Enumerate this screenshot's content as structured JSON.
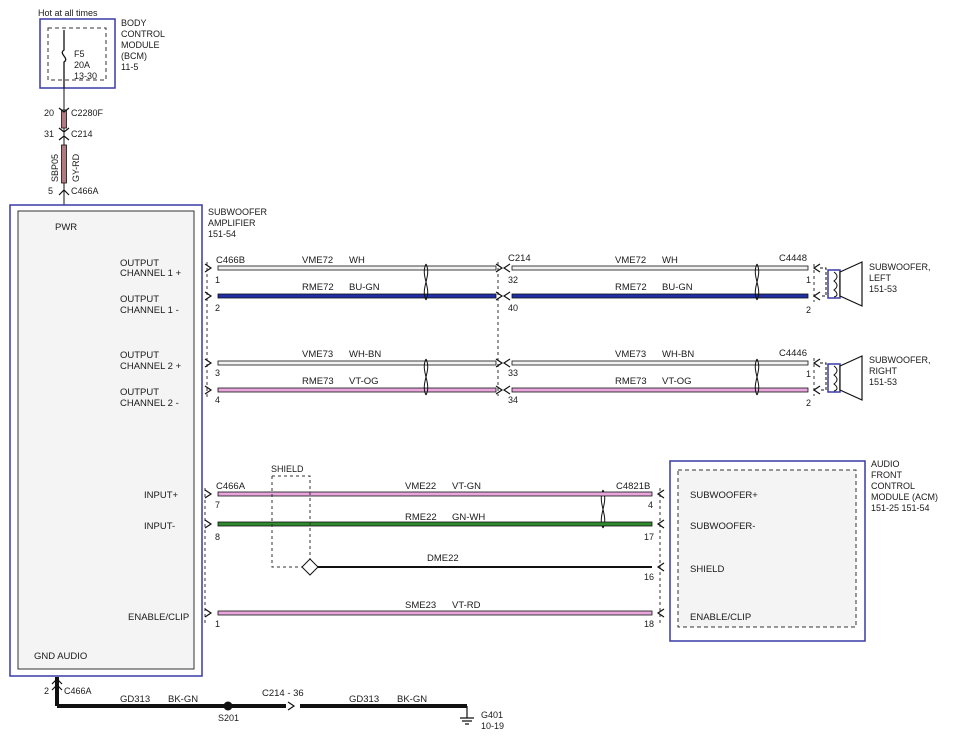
{
  "bcm": {
    "hot_label": "Hot at all times",
    "fuse_name": "F5",
    "fuse_rating": "20A",
    "fuse_ref": "13-30",
    "title_lines": [
      "BODY",
      "CONTROL",
      "MODULE",
      "(BCM)",
      "11-5"
    ]
  },
  "power_feed": {
    "c2280f_pin": "20",
    "c2280f": "C2280F",
    "c214_pin": "31",
    "c214": "C214",
    "circuit": "SBP05",
    "color": "GY-RD",
    "c466a_pin": "5",
    "c466a": "C466A"
  },
  "amplifier": {
    "title_lines": [
      "SUBWOOFER",
      "AMPLIFIER",
      "151-54"
    ],
    "pwr": "PWR",
    "gnd": "GND AUDIO",
    "pins": [
      [
        "OUTPUT",
        "CHANNEL 1 +"
      ],
      [
        "OUTPUT",
        "CHANNEL 1 -"
      ],
      [
        "OUTPUT",
        "CHANNEL 2 +"
      ],
      [
        "OUTPUT",
        "CHANNEL 2 -"
      ],
      [
        "INPUT+"
      ],
      [
        "INPUT-"
      ],
      [
        "ENABLE/CLIP"
      ]
    ]
  },
  "outputs": {
    "conn_left": "C466B",
    "conn_mid": "C214",
    "wires": [
      {
        "circuit": "VME72",
        "color": "WH",
        "pin_a": "1",
        "pin_b": "32",
        "pin_c": "1",
        "conn_c": "C4448"
      },
      {
        "circuit": "RME72",
        "color": "BU-GN",
        "pin_a": "2",
        "pin_b": "40",
        "pin_c": "2"
      },
      {
        "circuit": "VME73",
        "color": "WH-BN",
        "pin_a": "3",
        "pin_b": "33",
        "pin_c": "1",
        "conn_c": "C4446"
      },
      {
        "circuit": "RME73",
        "color": "VT-OG",
        "pin_a": "4",
        "pin_b": "34",
        "pin_c": "2"
      }
    ],
    "speakers": [
      {
        "title_lines": [
          "SUBWOOFER,",
          "LEFT",
          "151-53"
        ]
      },
      {
        "title_lines": [
          "SUBWOOFER,",
          "RIGHT",
          "151-53"
        ]
      }
    ]
  },
  "inputs": {
    "conn_left": "C466A",
    "conn_right": "C4821B",
    "shield_label": "SHIELD",
    "wires": [
      {
        "circuit": "VME22",
        "color": "VT-GN",
        "pin_a": "7",
        "pin_b": "4"
      },
      {
        "circuit": "RME22",
        "color": "GN-WH",
        "pin_a": "8",
        "pin_b": "17"
      },
      {
        "circuit": "DME22",
        "color": "",
        "pin_a": "",
        "pin_b": "16"
      },
      {
        "circuit": "SME23",
        "color": "VT-RD",
        "pin_a": "1",
        "pin_b": "18"
      }
    ]
  },
  "acm": {
    "title_lines": [
      "AUDIO",
      "FRONT",
      "CONTROL",
      "MODULE (ACM)",
      "151-25  151-54"
    ],
    "pins": [
      "SUBWOOFER+",
      "SUBWOOFER-",
      "SHIELD",
      "ENABLE/CLIP"
    ]
  },
  "ground": {
    "pin": "2",
    "conn": "C466A",
    "circuit1": "GD313",
    "color1": "BK-GN",
    "splice": "S201",
    "inline": "C214 - 36",
    "circuit2": "GD313",
    "color2": "BK-GN",
    "ground": "G401",
    "ground_ref": "10-19"
  },
  "colors": {
    "module_border": "#3a3aa8",
    "wire_white": "#f2f2f2",
    "wire_blue": "#1f2fa6",
    "wire_pink": "#e9a6dc",
    "wire_green": "#2f8a2f",
    "wire_gray_red": "#b07a80",
    "wire_black": "#111111",
    "box_fill": "#f4f4f4"
  }
}
